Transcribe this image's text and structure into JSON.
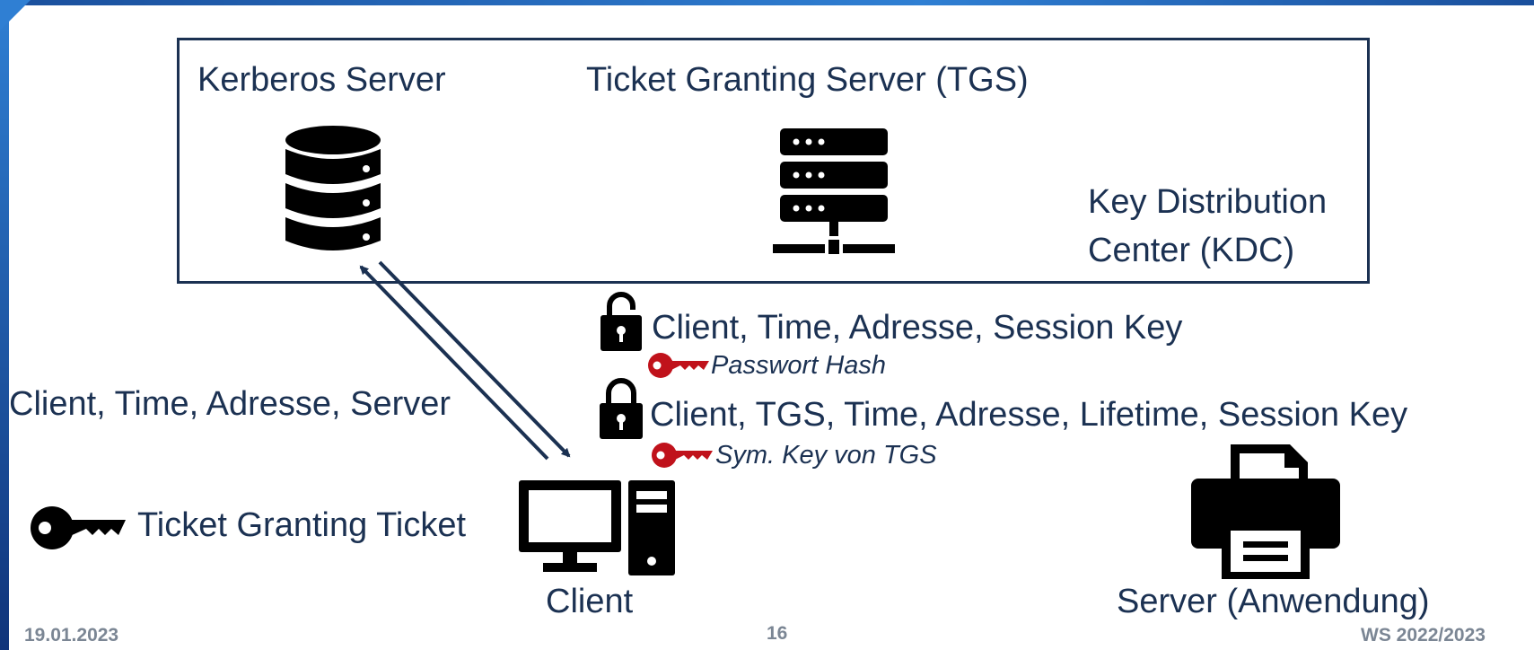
{
  "kdc": {
    "kerberos_server": "Kerberos Server",
    "tgs": "Ticket Granting Server (TGS)",
    "label_line1": "Key Distribution",
    "label_line2": "Center (KDC)"
  },
  "messages": {
    "request": "Client, Time, Adresse, Server",
    "response1": "Client, Time, Adresse, Session Key",
    "response1_key": "Passwort Hash",
    "response2": "Client, TGS, Time, Adresse, Lifetime, Session Key",
    "response2_key": "Sym. Key von TGS"
  },
  "ticket": {
    "label": "Ticket Granting Ticket"
  },
  "nodes": {
    "client": "Client",
    "server": "Server (Anwendung)"
  },
  "footer": {
    "date": "19.01.2023",
    "page": "16",
    "semester": "WS 2022/2023"
  },
  "colors": {
    "text": "#1b3152",
    "key_red": "#c0121b",
    "icon": "#000000",
    "footer": "#7b8694"
  },
  "icons": [
    "database-icon",
    "server-rack-icon",
    "lock-open-icon",
    "lock-closed-icon",
    "key-icon",
    "computer-icon",
    "printer-icon"
  ]
}
